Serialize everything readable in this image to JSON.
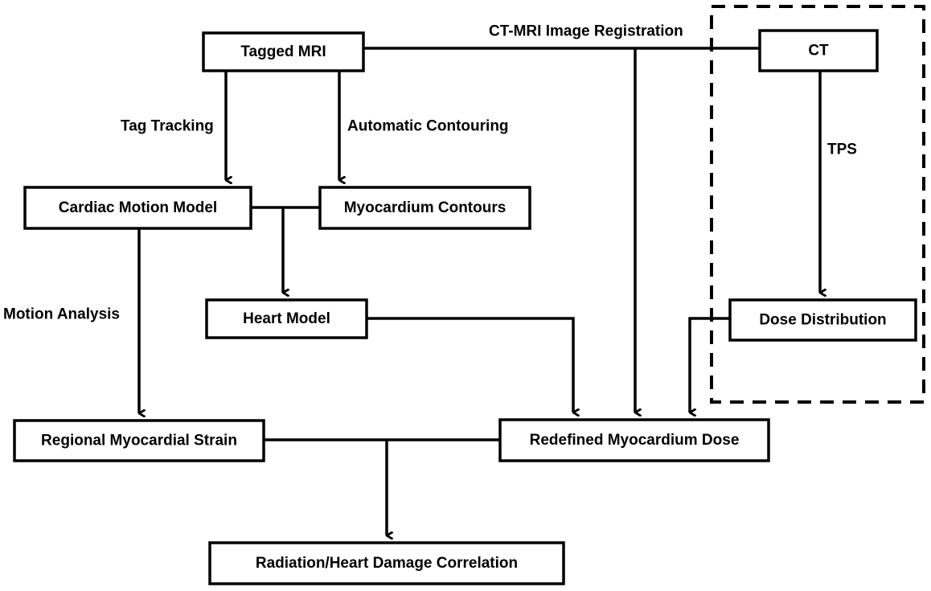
{
  "nodes": {
    "tagged_mri": "Tagged MRI",
    "ct": "CT",
    "cardiac_motion_model": "Cardiac Motion Model",
    "myocardium_contours": "Myocardium Contours",
    "heart_model": "Heart Model",
    "dose_distribution": "Dose Distribution",
    "regional_myocardial_strain": "Regional Myocardial Strain",
    "redefined_myocardium_dose": "Redefined Myocardium Dose",
    "radiation_heart_damage_correlation": "Radiation/Heart Damage Correlation"
  },
  "edges": {
    "ct_mri_registration": "CT-MRI Image Registration",
    "tag_tracking": "Tag Tracking",
    "automatic_contouring": "Automatic Contouring",
    "tps": "TPS",
    "motion_analysis": "Motion Analysis"
  }
}
